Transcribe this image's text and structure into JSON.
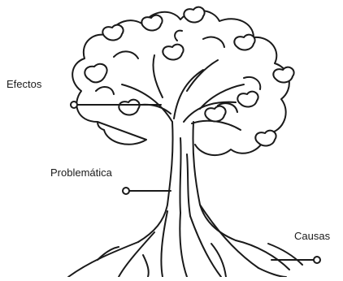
{
  "labels": {
    "effects": "Efectos",
    "problem": "Problemática",
    "causes": "Causas"
  },
  "colors": {
    "line": "#1a1a1a",
    "fill": "#ffffff"
  }
}
